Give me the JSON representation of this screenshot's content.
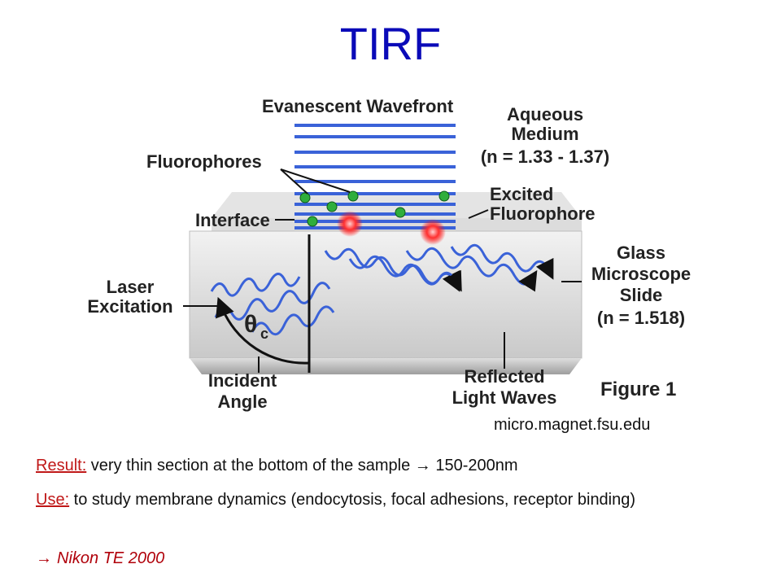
{
  "title": "TIRF",
  "diagram": {
    "evanescent_wavefront": "Evanescent Wavefront",
    "aqueous_medium": [
      "Aqueous",
      "Medium",
      "(n = 1.33 - 1.37)"
    ],
    "fluorophores": "Fluorophores",
    "excited_fluorophore": [
      "Excited",
      "Fluorophore"
    ],
    "interface": "Interface",
    "laser_excitation": [
      "Laser",
      "Excitation"
    ],
    "glass_slide": [
      "Glass",
      "Microscope",
      "Slide",
      "(n = 1.518)"
    ],
    "theta_symbol": "θ",
    "theta_subscript": "c",
    "incident_angle": [
      "Incident",
      "Angle"
    ],
    "reflected_light_waves": [
      "Reflected",
      "Light Waves"
    ],
    "figure_label": "Figure 1"
  },
  "source": "micro.magnet.fsu.edu",
  "result": {
    "key": "Result:",
    "text": " very thin section at the bottom of the sample ",
    "value": " 150-200nm"
  },
  "use": {
    "key": "Use:",
    "text": " to study membrane dynamics (endocytosis, focal adhesions, receptor binding)"
  },
  "nikon": {
    "text": "Nikon TE 2000"
  },
  "arrow_glyph": "→",
  "colors": {
    "title": "#0a0ab8",
    "key": "#c01818",
    "nikon": "#b0000a",
    "wave": "#3a62d8"
  }
}
